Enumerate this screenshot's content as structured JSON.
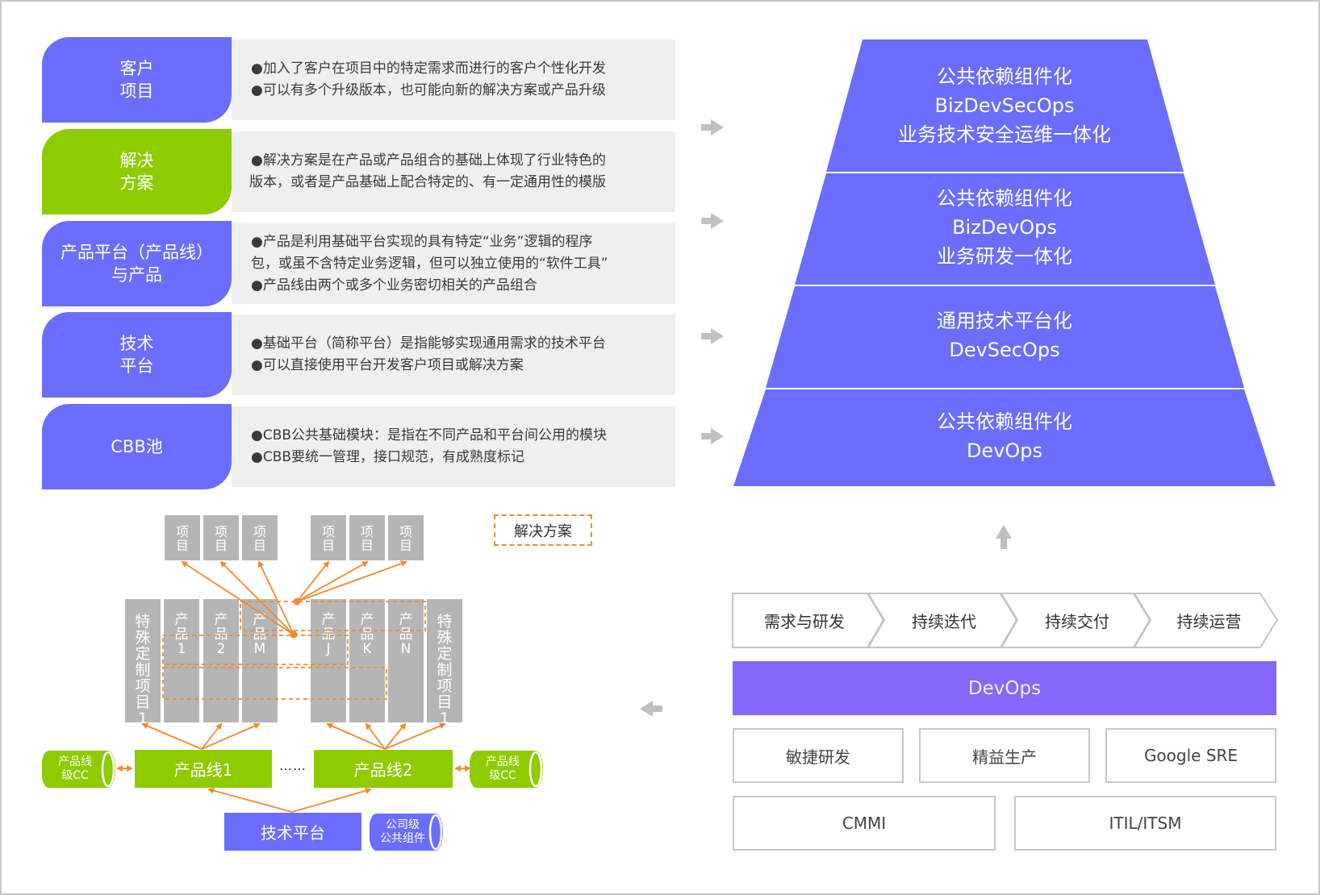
{
  "concept_rows": [
    {
      "label": "客户\n项目",
      "color": "#6a6dfd",
      "lines": [
        "●加入了客户在项目中的特定需求而进行的客户个性化开发",
        "●可以有多个升级版本，也可能向新的解决方案或产品升级"
      ]
    },
    {
      "label": "解决\n方案",
      "color": "#8ecb00",
      "lines": [
        "●解决方案是在产品或产品组合的基础上体现了行业特色的",
        "版本，或者是产品基础上配合特定的、有一定通用性的模版"
      ]
    },
    {
      "label": "产品平台（产品线）\n与产品",
      "color": "#6a6dfd",
      "lines": [
        "●产品是利用基础平台实现的具有特定“业务”逻辑的程序",
        "包，或虽不含特定业务逻辑，但可以独立使用的“软件工具”",
        "●产品线由两个或多个业务密切相关的产品组合"
      ]
    },
    {
      "label": "技术\n平台",
      "color": "#6a6dfd",
      "lines": [
        "●基础平台（简称平台）是指能够实现通用需求的技术平台",
        "●可以直接使用平台开发客户项目或解决方案"
      ]
    },
    {
      "label": "CBB池",
      "color": "#6a6dfd",
      "lines": [
        "●CBB公共基础模块：是指在不同产品和平台间公用的模块",
        "●CBB要统一管理，接口规范，有成熟度标记"
      ]
    }
  ],
  "pyramid": {
    "color": "#6a6dfd",
    "levels": [
      {
        "lines": [
          "公共依赖组件化",
          "BizDevSecOps",
          "业务技术安全运维一体化"
        ]
      },
      {
        "lines": [
          "公共依赖组件化",
          "BizDevOps",
          "业务研发一体化"
        ]
      },
      {
        "lines": [
          "通用技术平台化",
          "DevSecOps"
        ]
      },
      {
        "lines": [
          "公共依赖组件化",
          "DevOps"
        ]
      }
    ]
  },
  "devops_stack": {
    "stages": [
      "需求与研发",
      "持续迭代",
      "持续交付",
      "持续运营"
    ],
    "bar_label": "DevOps",
    "bar_color": "#8567fb",
    "methods_row1": [
      "敏捷研发",
      "精益生产",
      "Google SRE"
    ],
    "methods_row2": [
      "CMMI",
      "ITIL/ITSM"
    ]
  },
  "product_diagram": {
    "legend_label": "解决方案",
    "project_label": [
      "项",
      "目"
    ],
    "projects_left_count": 3,
    "projects_right_count": 3,
    "special_project_label": [
      "特",
      "殊",
      "定",
      "制",
      "项",
      "目",
      "1"
    ],
    "products_left": [
      [
        "产",
        "品",
        "1"
      ],
      [
        "产",
        "品",
        "2"
      ],
      [
        "产",
        "品",
        "M"
      ]
    ],
    "products_right": [
      [
        "产",
        "品",
        "J"
      ],
      [
        "产",
        "品",
        "K"
      ],
      [
        "产",
        "品",
        "N"
      ]
    ],
    "product_line_1": "产品线1",
    "product_line_2": "产品线2",
    "ellipsis": "……",
    "cc_label": "产品线\n级CC",
    "tech_platform": "技术平台",
    "company_component": "公司级\n公共组件",
    "colors": {
      "gray": "#b5b5b5",
      "green": "#8ecb00",
      "blue": "#6a6dfd",
      "orange": "#f08a30"
    }
  }
}
